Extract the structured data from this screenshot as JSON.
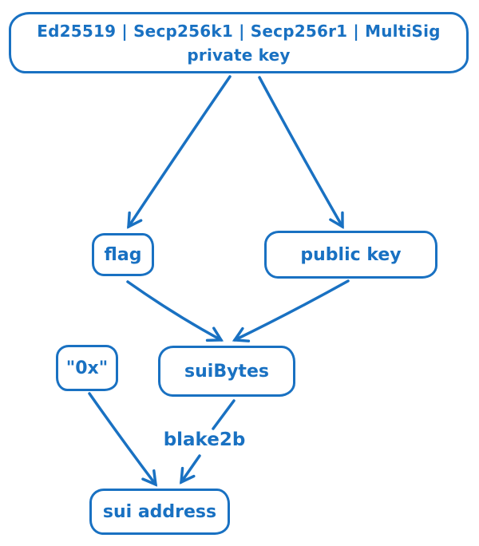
{
  "diagram": {
    "type": "flowchart",
    "style": "hand-drawn",
    "ink_color": "#1971c2",
    "background_color": "#ffffff",
    "nodes": {
      "private_key": {
        "line1": "Ed25519 | Secp256k1 | Secp256r1 | MultiSig",
        "line2": "private key"
      },
      "flag": {
        "label": "flag"
      },
      "public_key": {
        "label": "public key"
      },
      "hex_prefix": {
        "label": "\"0x\""
      },
      "sui_bytes": {
        "label": "suiBytes"
      },
      "sui_address": {
        "label": "sui address"
      }
    },
    "edge_labels": {
      "blake2b": "blake2b"
    },
    "edges": [
      {
        "from": "private_key",
        "to": "flag"
      },
      {
        "from": "private_key",
        "to": "public_key"
      },
      {
        "from": "flag",
        "to": "sui_bytes"
      },
      {
        "from": "public_key",
        "to": "sui_bytes"
      },
      {
        "from": "hex_prefix",
        "to": "sui_address"
      },
      {
        "from": "sui_bytes",
        "to": "sui_address",
        "label": "blake2b"
      }
    ]
  }
}
